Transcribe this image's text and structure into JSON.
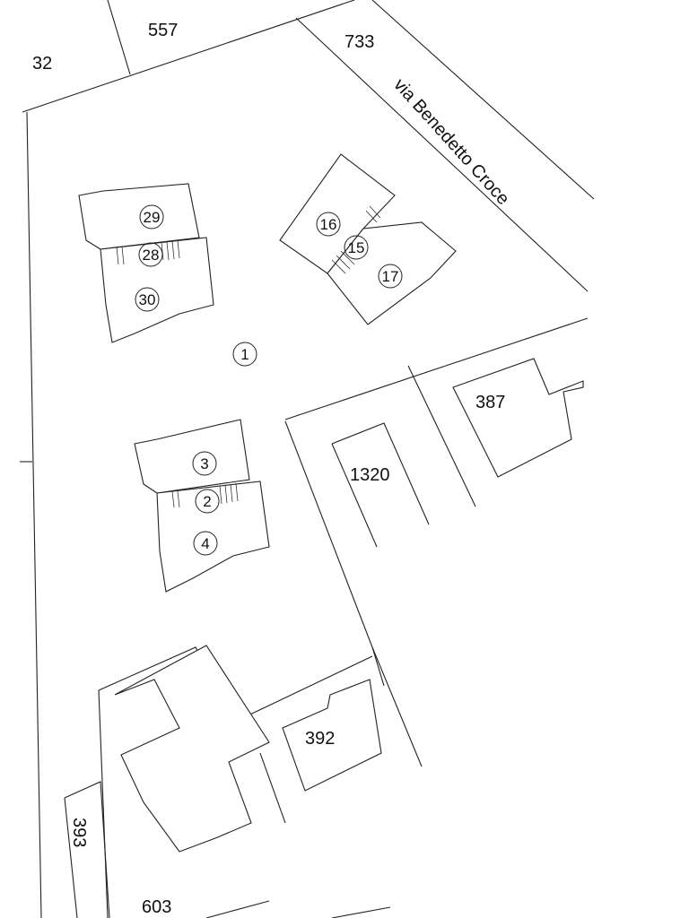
{
  "map": {
    "parcels": [
      "557",
      "32",
      "733",
      "387",
      "1320",
      "392",
      "393",
      "603"
    ],
    "street": "via Benedetto Croce",
    "subunits": {
      "north_west_building": [
        "29",
        "28",
        "30"
      ],
      "north_east_building": [
        "16",
        "15",
        "17"
      ],
      "central": "1",
      "south_building": [
        "3",
        "2",
        "4"
      ]
    }
  }
}
